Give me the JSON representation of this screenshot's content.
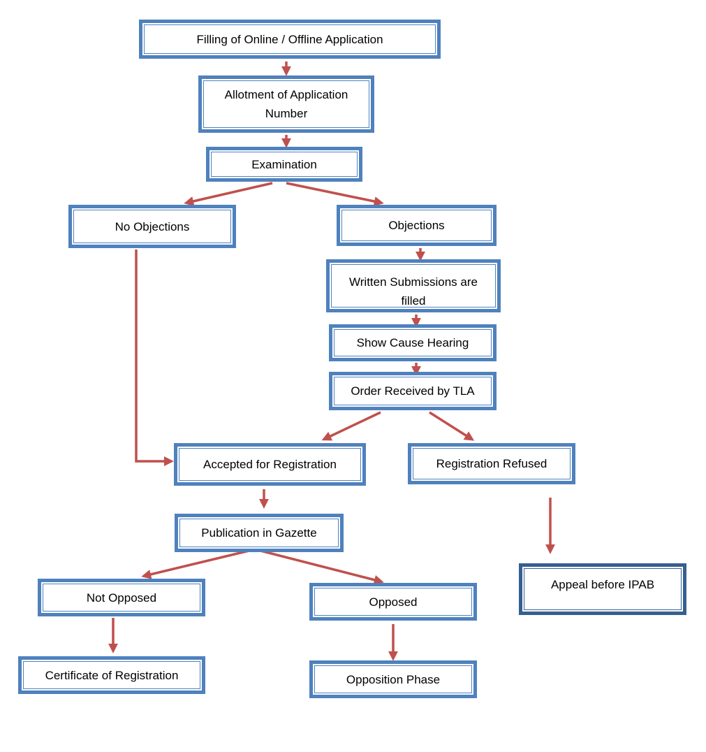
{
  "diagram": {
    "nodes": {
      "filing": "Filling of Online / Offline Application",
      "allotment": "Allotment of Application Number",
      "examination": "Examination",
      "no_objections": "No Objections",
      "objections": "Objections",
      "written": "Written Submissions are filled",
      "show_cause": "Show Cause Hearing",
      "order": "Order Received by TLA",
      "accepted": "Accepted for Registration",
      "refused": "Registration Refused",
      "publication": "Publication in Gazette",
      "appeal": "Appeal before IPAB",
      "not_opposed": "Not Opposed",
      "opposed": "Opposed",
      "certificate": "Certificate of Registration",
      "opposition": "Opposition Phase"
    },
    "edges": [
      [
        "filing",
        "allotment"
      ],
      [
        "allotment",
        "examination"
      ],
      [
        "examination",
        "no_objections"
      ],
      [
        "examination",
        "objections"
      ],
      [
        "objections",
        "written"
      ],
      [
        "written",
        "show_cause"
      ],
      [
        "show_cause",
        "order"
      ],
      [
        "order",
        "accepted"
      ],
      [
        "order",
        "refused"
      ],
      [
        "no_objections",
        "accepted"
      ],
      [
        "accepted",
        "publication"
      ],
      [
        "refused",
        "appeal"
      ],
      [
        "publication",
        "not_opposed"
      ],
      [
        "publication",
        "opposed"
      ],
      [
        "not_opposed",
        "certificate"
      ],
      [
        "opposed",
        "opposition"
      ]
    ],
    "colors": {
      "box_border": "#4f81bd",
      "box_border_dark": "#365f91",
      "arrow": "#c0504d"
    }
  }
}
